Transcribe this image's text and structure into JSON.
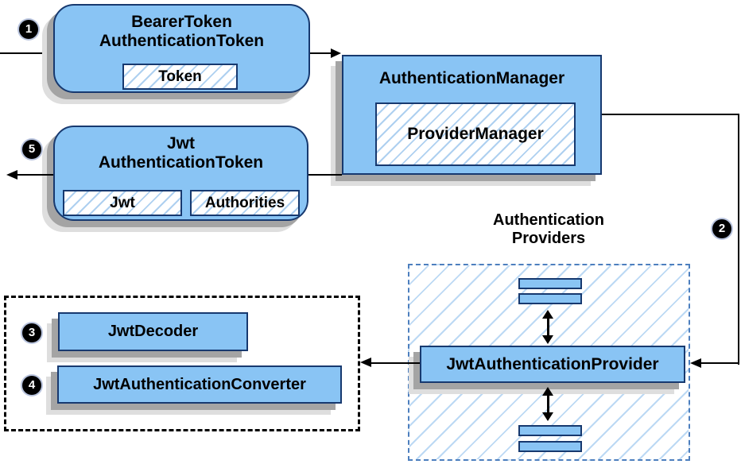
{
  "nodes": {
    "bearer_token": {
      "title": "BearerToken\nAuthenticationToken",
      "field": "Token"
    },
    "authentication_manager": {
      "title": "AuthenticationManager",
      "field": "ProviderManager"
    },
    "jwt_authentication_token": {
      "title": "Jwt\nAuthenticationToken",
      "fields": [
        "Jwt",
        "Authorities"
      ]
    },
    "authentication_providers": {
      "title": "Authentication\nProviders"
    },
    "jwt_authentication_provider": {
      "title": "JwtAuthenticationProvider"
    },
    "jwt_decoder": {
      "title": "JwtDecoder"
    },
    "jwt_authentication_converter": {
      "title": "JwtAuthenticationConverter"
    }
  },
  "steps": {
    "one": "1",
    "two": "2",
    "three": "3",
    "four": "4",
    "five": "5"
  },
  "colors": {
    "node_fill": "#89c4f4",
    "node_border": "#17396f",
    "hatch_line": "#aed0f0",
    "shadow_dark": "#a4a4a4",
    "shadow_light": "#dedede",
    "dashed_blue_border": "#4d7fbe",
    "dashed_black_border": "#000000",
    "arrow": "#000000",
    "badge_bg": "#000000",
    "badge_text": "#ffffff"
  }
}
